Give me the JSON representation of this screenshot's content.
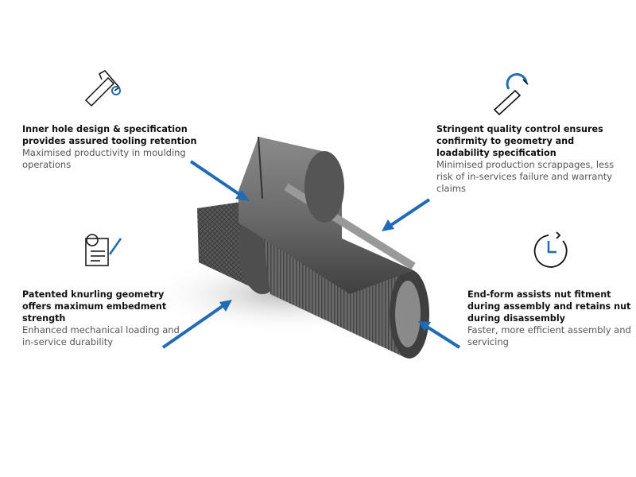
{
  "accent_color": "#1f6bb5",
  "features": [
    {
      "icon": "caliper-icon",
      "heading": "Inner hole design & specification provides assured tooling retention",
      "sub": "Maximised productivity in moulding operations"
    },
    {
      "icon": "micrometer-icon",
      "heading": "Stringent quality control ensures confirmity to geometry and loadability specification",
      "sub": "Minimised production scrappages, less risk of in-services failure and warranty claims"
    },
    {
      "icon": "document-settings-icon",
      "heading": "Patented knurling geometry offers maximum embedment strength",
      "sub": "Enhanced mechanical loading and in-service durability"
    },
    {
      "icon": "clock-icon",
      "heading": "End-form assists nut fitment during assembly and retains nut during disassembly",
      "sub": "Faster, more efficient assembly and servicing"
    }
  ]
}
